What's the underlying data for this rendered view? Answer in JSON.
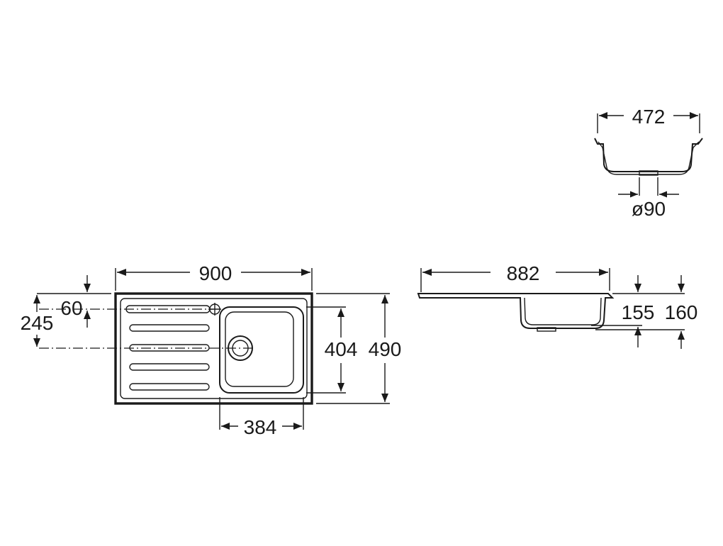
{
  "dimensions": {
    "top_width": "472",
    "outlet_diameter": "ø90",
    "overall_width": "900",
    "bowl_offset": "60",
    "centerline_offset": "245",
    "bowl_length": "404",
    "overall_depth": "490",
    "bowl_width": "384",
    "side_length": "882",
    "bowl_depth": "155",
    "total_depth": "160"
  },
  "colors": {
    "line": "#1a1a1a",
    "background": "#ffffff"
  }
}
